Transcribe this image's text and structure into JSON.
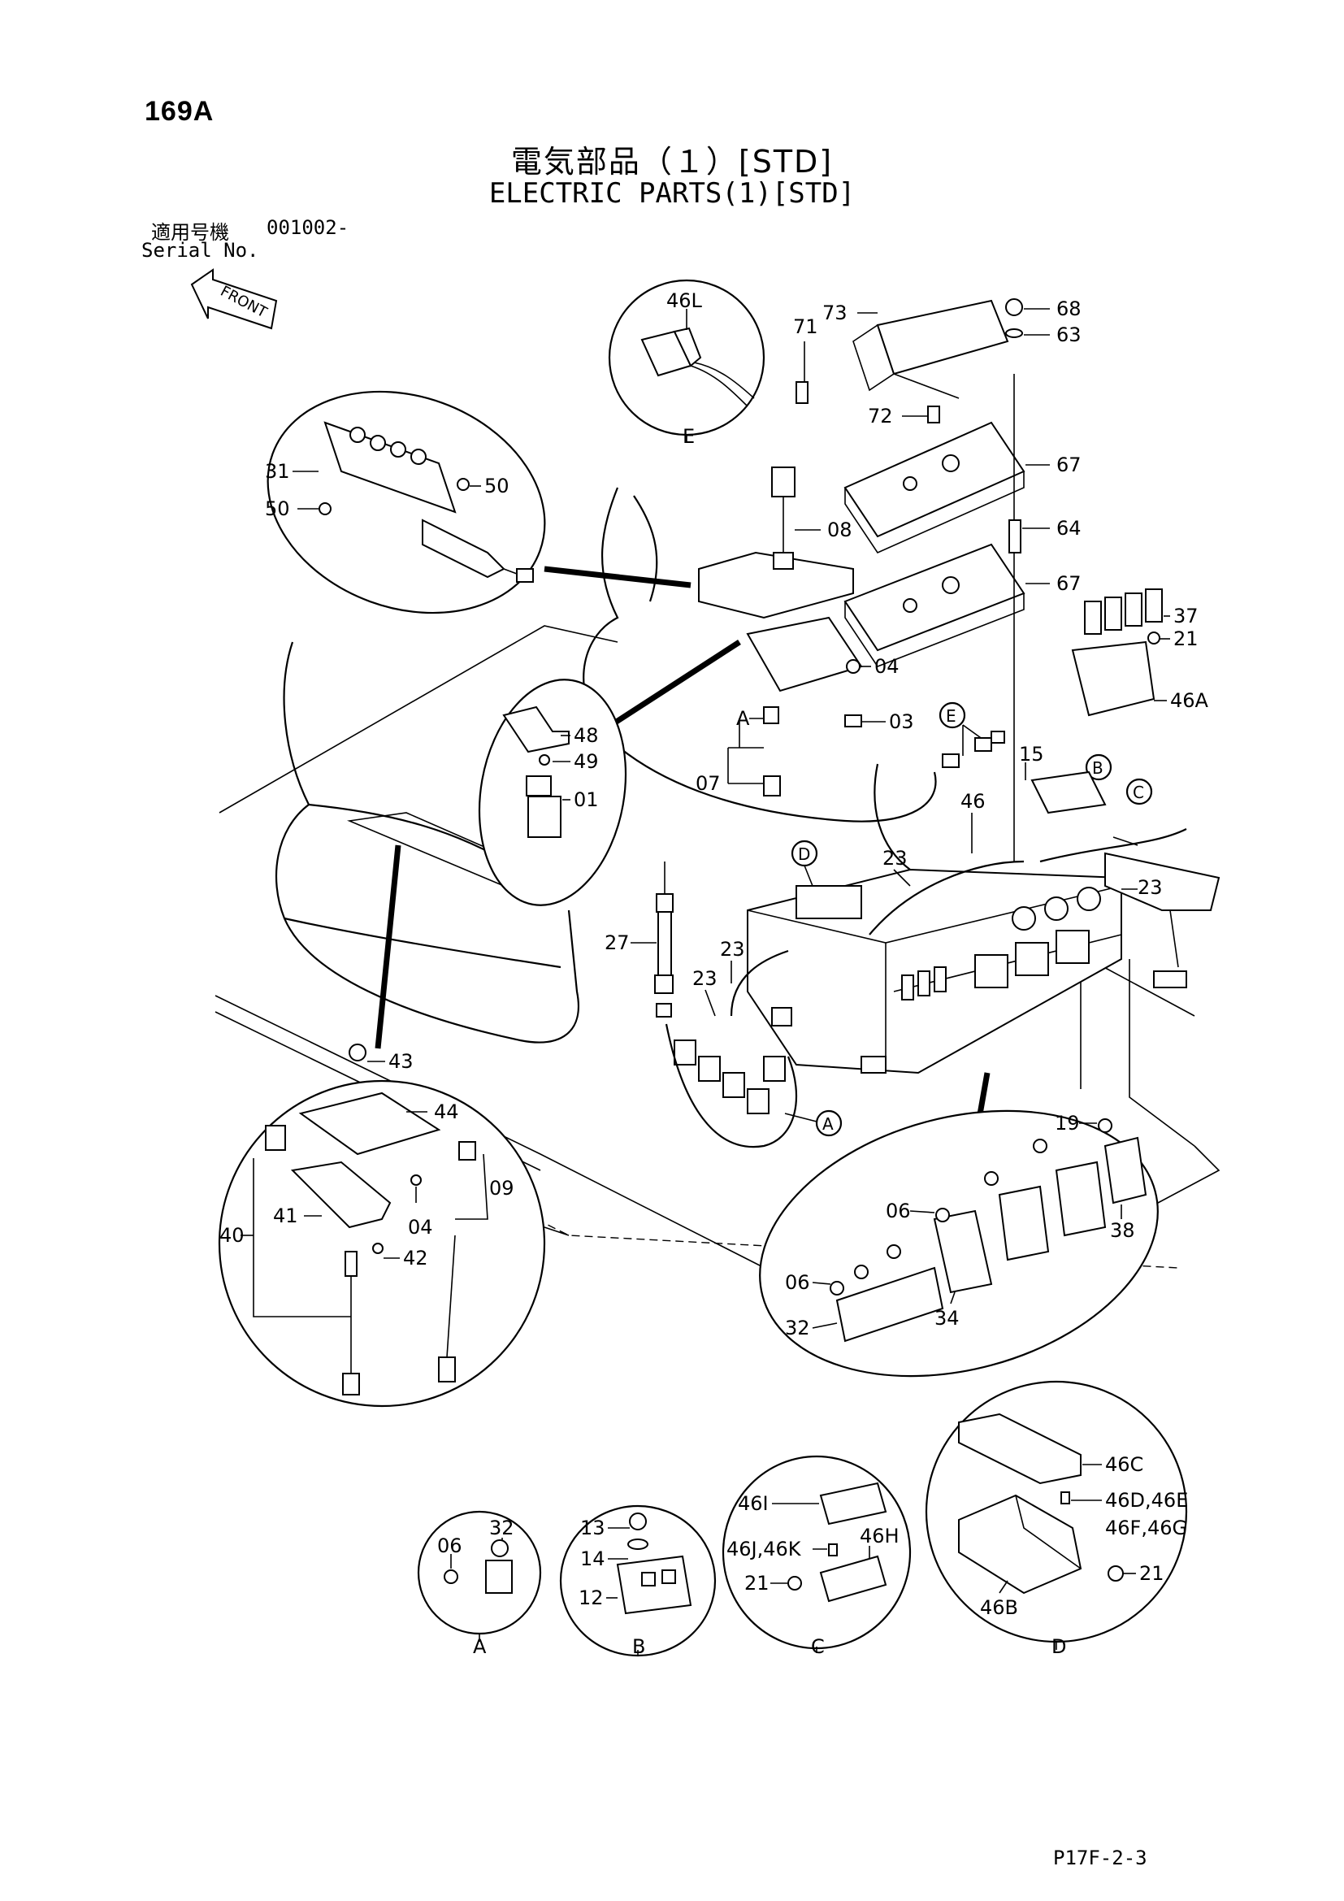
{
  "header": {
    "page_number": "169A",
    "title_jp": "電気部品（１）[STD]",
    "title_en": "ELECTRIC PARTS(1)[STD]",
    "serial_label_jp": "適用号機",
    "serial_value": "001002-",
    "serial_label_en": "Serial No.",
    "front_label": "FRONT"
  },
  "callouts": {
    "p46L": "46L",
    "E": "E",
    "p73": "73",
    "p71": "71",
    "p72": "72",
    "p68": "68",
    "p63": "63",
    "p67a": "67",
    "p64": "64",
    "p67b": "67",
    "p37": "37",
    "p21a": "21",
    "p46A": "46A",
    "p31": "31",
    "p50a": "50",
    "p50b": "50",
    "p08": "08",
    "p04a": "04",
    "A1": "A",
    "p03": "03",
    "p07": "07",
    "p48": "48",
    "p49": "49",
    "p01": "01",
    "E_mark": "E",
    "p15": "15",
    "B_mark": "B",
    "C_mark": "C",
    "p46": "46",
    "D_mark": "D",
    "p23a": "23",
    "p23b": "23",
    "p23c": "23",
    "p23d": "23",
    "p27": "27",
    "A_mark": "A",
    "p43": "43",
    "p44": "44",
    "p09": "09",
    "p40": "40",
    "p41": "41",
    "p04b": "04",
    "p42": "42",
    "p19": "19",
    "p06a": "06",
    "p38": "38",
    "p06b": "06",
    "p32a": "32",
    "p34": "34",
    "p46C": "46C",
    "p46DE": "46D,46E",
    "p46FG": "46F,46G",
    "p21b": "21",
    "p46B": "46B",
    "D": "D",
    "p46I": "46I",
    "p46JK": "46J,46K",
    "p46H": "46H",
    "p21c": "21",
    "C": "C",
    "p13": "13",
    "p14": "14",
    "p12": "12",
    "B": "B",
    "p32b": "32",
    "p06c": "06",
    "A": "A"
  },
  "footer": {
    "code": "P17F-2-3"
  }
}
